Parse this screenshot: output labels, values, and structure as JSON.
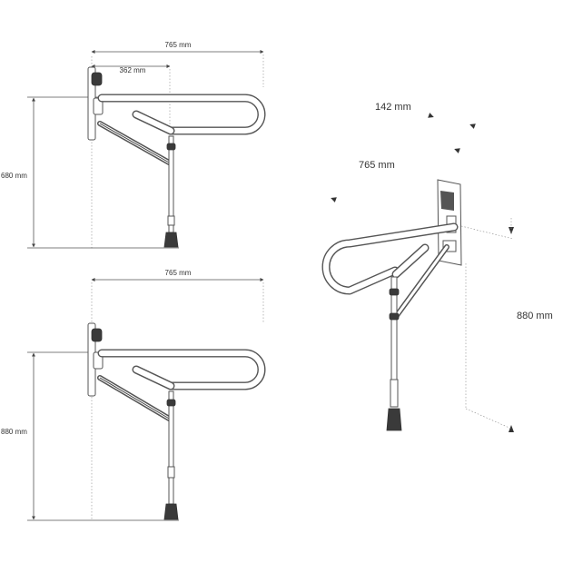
{
  "top_view": {
    "width_label": "765 mm",
    "offset_label": "362 mm",
    "height_label": "680 mm"
  },
  "bottom_view": {
    "width_label": "765 mm",
    "height_label": "880 mm"
  },
  "perspective_view": {
    "depth_label": "142 mm",
    "length_label": "765 mm",
    "height_label": "880 mm"
  }
}
